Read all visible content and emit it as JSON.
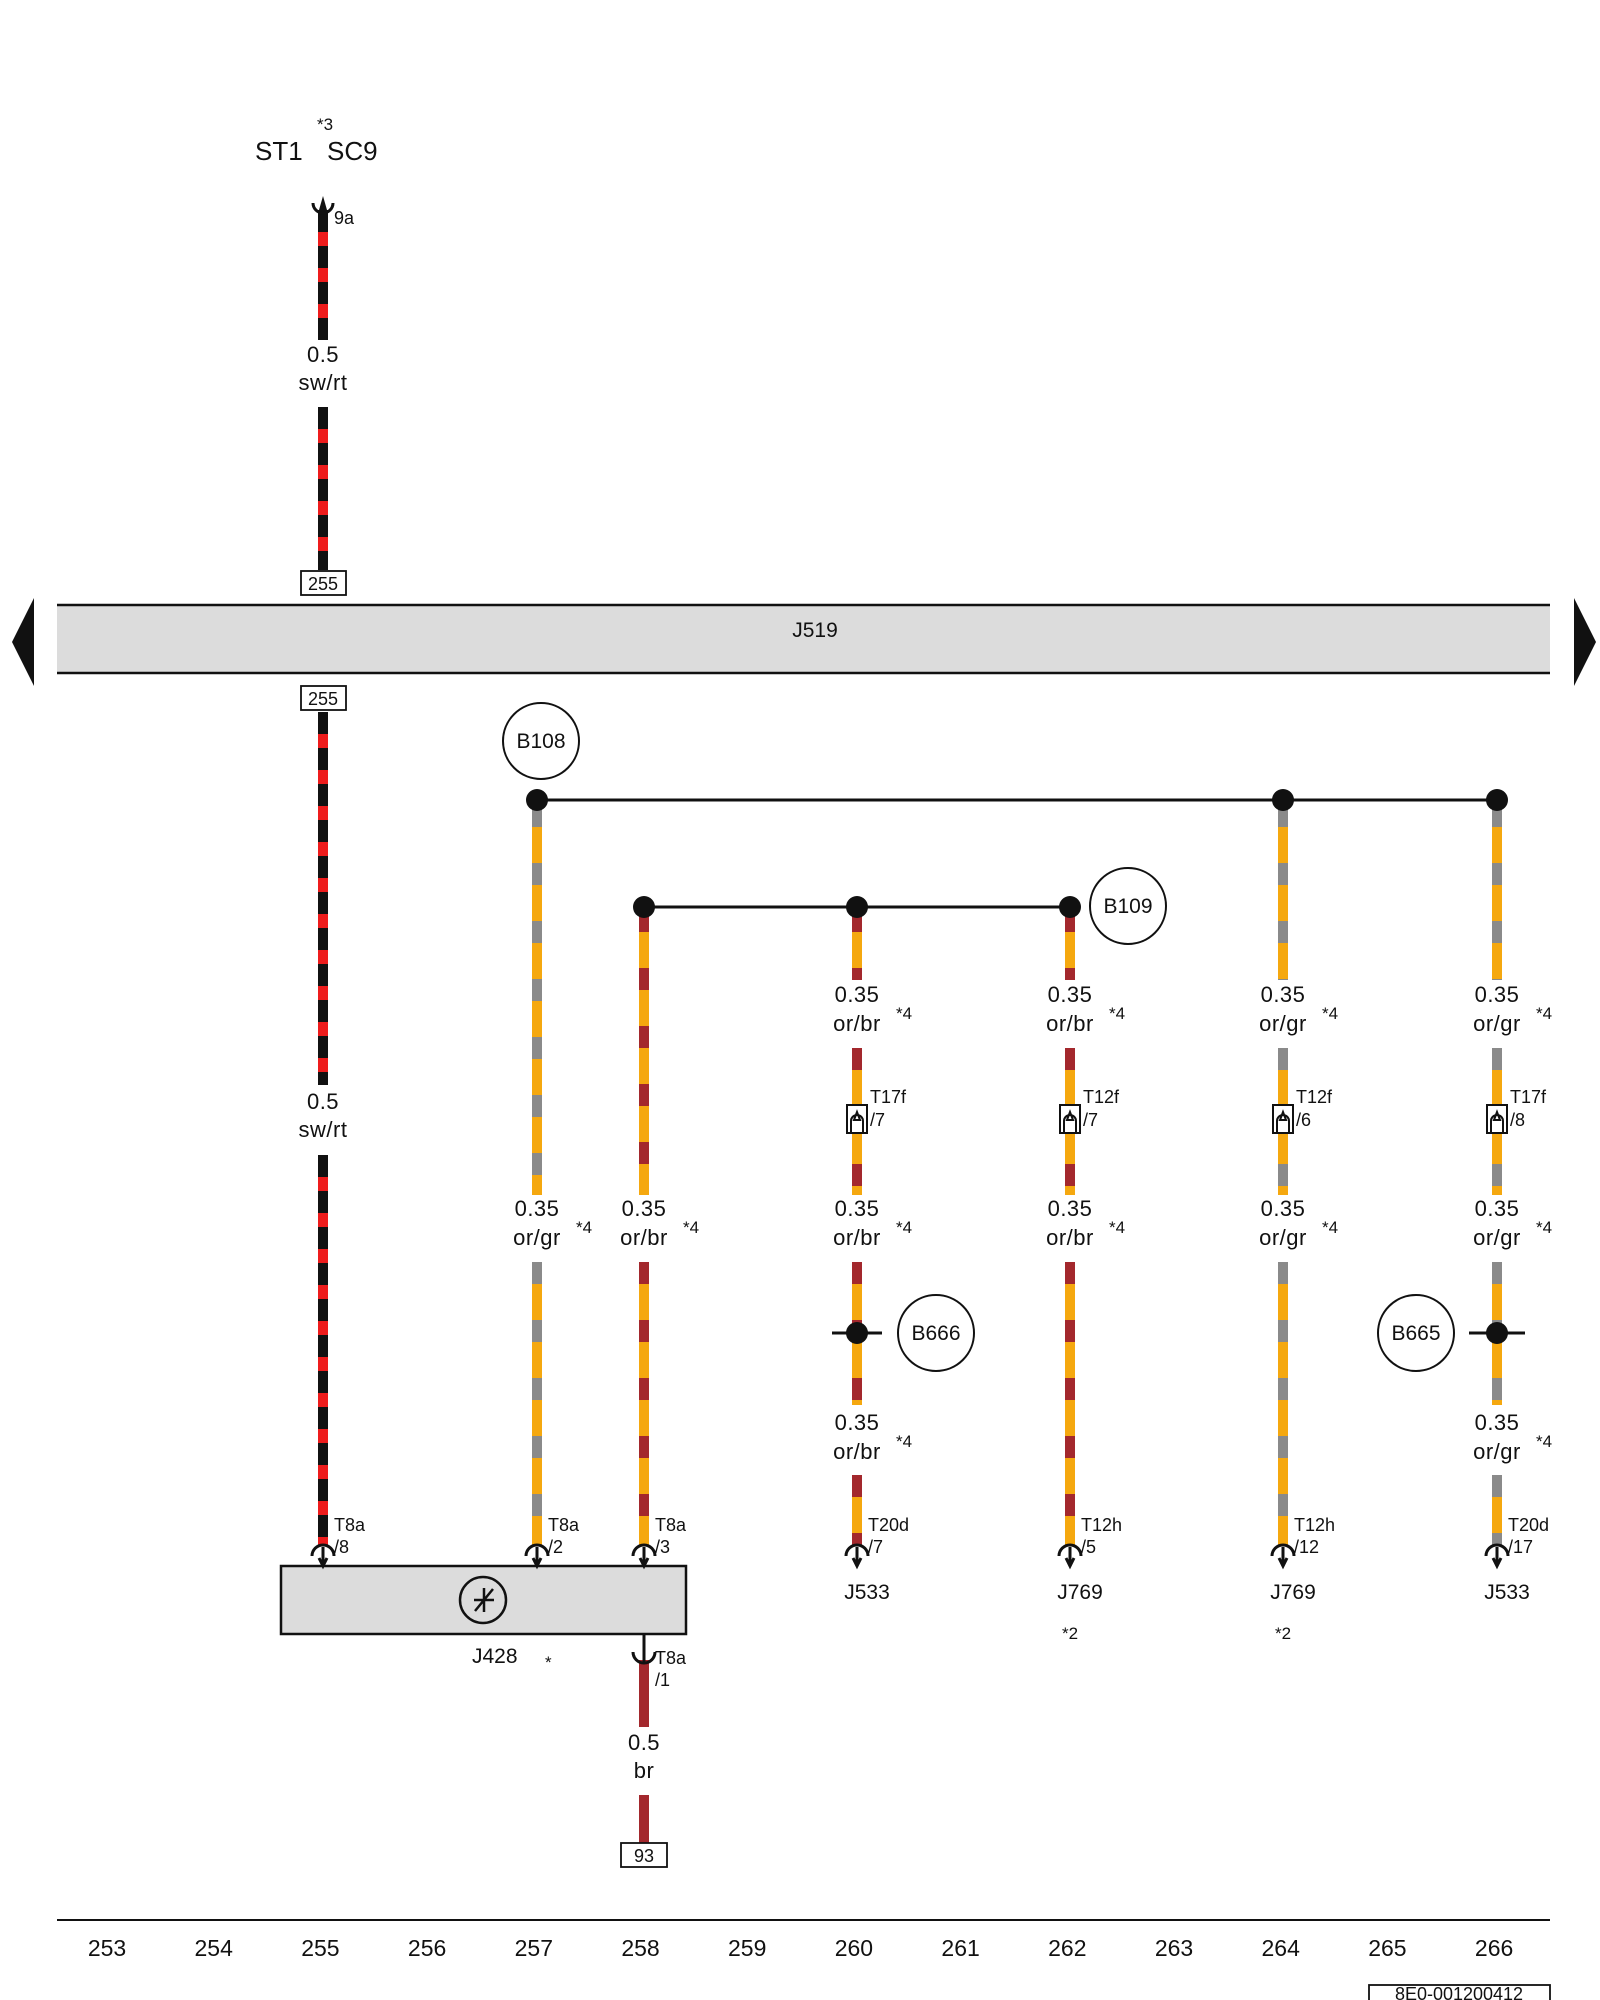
{
  "top_labels": {
    "st": "ST1",
    "sc": "SC9",
    "star3": "*3",
    "pin9a": "9a"
  },
  "bus": {
    "label": "J519",
    "ref_top": "255",
    "ref_bottom": "255"
  },
  "nodes": {
    "b108": "B108",
    "b109": "B109",
    "b665": "B665",
    "b666": "B666"
  },
  "wires": {
    "top_swrt": {
      "gauge": "0.5",
      "color": "sw/rt"
    },
    "lower_swrt": {
      "gauge": "0.5",
      "color": "sw/rt"
    },
    "w257": {
      "gauge": "0.35",
      "color": "or/gr",
      "star": "*4"
    },
    "w258": {
      "gauge": "0.35",
      "color": "or/br",
      "star": "*4"
    },
    "w260_top": {
      "gauge": "0.35",
      "color": "or/br",
      "star": "*4"
    },
    "w262_top": {
      "gauge": "0.35",
      "color": "or/br",
      "star": "*4"
    },
    "w264_top": {
      "gauge": "0.35",
      "color": "or/gr",
      "star": "*4"
    },
    "w266_top": {
      "gauge": "0.35",
      "color": "or/gr",
      "star": "*4"
    },
    "w260_mid": {
      "gauge": "0.35",
      "color": "or/br",
      "star": "*4"
    },
    "w262_mid": {
      "gauge": "0.35",
      "color": "or/br",
      "star": "*4"
    },
    "w264_mid": {
      "gauge": "0.35",
      "color": "or/gr",
      "star": "*4"
    },
    "w266_mid": {
      "gauge": "0.35",
      "color": "or/gr",
      "star": "*4"
    },
    "w260_low": {
      "gauge": "0.35",
      "color": "or/br",
      "star": "*4"
    },
    "w266_low": {
      "gauge": "0.35",
      "color": "or/gr",
      "star": "*4"
    },
    "w258_br": {
      "gauge": "0.5",
      "color": "br"
    }
  },
  "inline_connectors": {
    "c260": {
      "name": "T17f",
      "pin": "/7"
    },
    "c262": {
      "name": "T12f",
      "pin": "/7"
    },
    "c264": {
      "name": "T12f",
      "pin": "/6"
    },
    "c266": {
      "name": "T17f",
      "pin": "/8"
    }
  },
  "end_connectors": {
    "e255": {
      "name": "T8a",
      "pin": "/8"
    },
    "e257": {
      "name": "T8a",
      "pin": "/2"
    },
    "e258": {
      "name": "T8a",
      "pin": "/3"
    },
    "e258b": {
      "name": "T8a",
      "pin": "/1"
    },
    "e260": {
      "name": "T20d",
      "pin": "/7"
    },
    "e262": {
      "name": "T12h",
      "pin": "/5"
    },
    "e264": {
      "name": "T12h",
      "pin": "/12"
    },
    "e266": {
      "name": "T20d",
      "pin": "/17"
    }
  },
  "components": {
    "j428": "J428",
    "j428_star": "*",
    "j533_a": "J533",
    "j769_a": "J769",
    "j769_b": "J769",
    "j533_b": "J533",
    "star2_a": "*2",
    "star2_b": "*2"
  },
  "ref93": "93",
  "ruler": [
    "253",
    "254",
    "255",
    "256",
    "257",
    "258",
    "259",
    "260",
    "261",
    "262",
    "263",
    "264",
    "265",
    "266"
  ],
  "doc_id": "8E0-001200412",
  "colors": {
    "sw": "#111111",
    "rt": "#ee1c1c",
    "or": "#f5a80f",
    "gr": "#8a8a8a",
    "br": "#a3282d",
    "module_fill": "#dcdcdc"
  }
}
